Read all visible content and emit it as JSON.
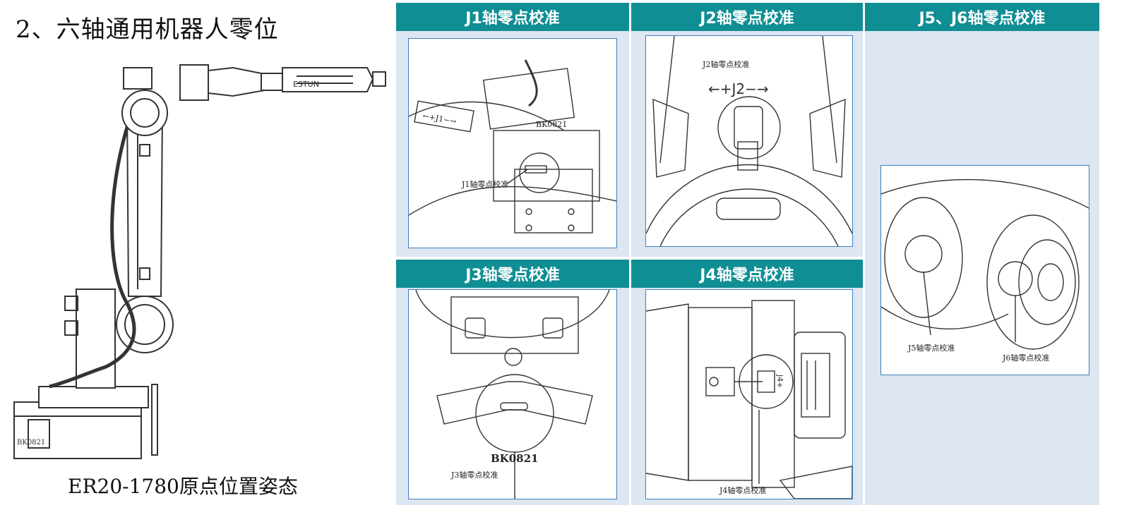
{
  "page_title": "2、六轴通用机器人零位",
  "robot": {
    "caption": "ER20-1780原点位置姿态",
    "brand_mark": "ESTUN",
    "model_plate": "BK0821"
  },
  "panels": [
    {
      "id": "j1",
      "header": "J1轴零点校准",
      "callouts": [
        "J1轴零点校准",
        "BK0821",
        "←+J1−→"
      ]
    },
    {
      "id": "j2",
      "header": "J2轴零点校准",
      "callouts": [
        "J2轴零点校准",
        "←+J2−→"
      ]
    },
    {
      "id": "j56",
      "header": "J5、J6轴零点校准",
      "callouts": [
        "J5轴零点校准",
        "J6轴零点校准"
      ]
    },
    {
      "id": "j3",
      "header": "J3轴零点校准",
      "callouts": [
        "BK0821",
        "J3轴零点校准"
      ]
    },
    {
      "id": "j4",
      "header": "J4轴零点校准",
      "callouts": [
        "J4轴零点校准",
        "J4+"
      ]
    }
  ],
  "colors": {
    "header_bg": "#0f8e94",
    "panel_bg": "#dde6f1",
    "figure_border": "#3c7fc0",
    "line": "#333333"
  }
}
